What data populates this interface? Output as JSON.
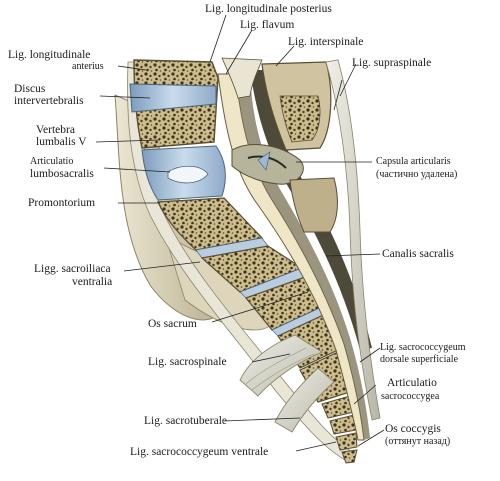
{
  "labels": {
    "lig_long_post": "Lig. longitudinale posterius",
    "lig_flavum": "Lig. flavum",
    "lig_interspinale": "Lig. interspinale",
    "lig_supraspinale": "Lig. supraspinale",
    "lig_long_ant_1": "Lig. longitudinale",
    "lig_long_ant_2": "anterius",
    "discus_1": "Discus",
    "discus_2": "intervertebralis",
    "vertebra_1": "Vertebra",
    "vertebra_2": "lumbalis V",
    "artic_lumbo_1": "Articulatio",
    "artic_lumbo_2": "lumbosacralis",
    "promontorium": "Promontorium",
    "capsula_1": "Capsula articularis",
    "capsula_2": "(частично удалена)",
    "canalis": "Canalis sacralis",
    "ligg_sacroiliaca_1": "Ligg. sacroiliaca",
    "ligg_sacroiliaca_2": "ventralia",
    "os_sacrum": "Os sacrum",
    "lig_sacrococ_dors_1": "Lig. sacrococcygeum",
    "lig_sacrococ_dors_2": "dorsale superficiale",
    "lig_sacrospinale": "Lig. sacrospinale",
    "artic_sacrococ_1": "Articulatio",
    "artic_sacrococ_2": "sacrococcygea",
    "lig_sacrotuberale": "Lig. sacrotuberale",
    "os_coccygis_1": "Os coccygis",
    "os_coccygis_2": "(оттянут назад)",
    "lig_sacrococ_ventr": "Lig. sacrococcygeum ventrale"
  },
  "colors": {
    "bone": "#c9b98a",
    "bone_cortex": "#8a7a4e",
    "disc": "#a9c3da",
    "ligament": "#dcdbd2",
    "canal": "#e8e0c2",
    "shadow": "#6e6a58",
    "leader": "#222222"
  }
}
